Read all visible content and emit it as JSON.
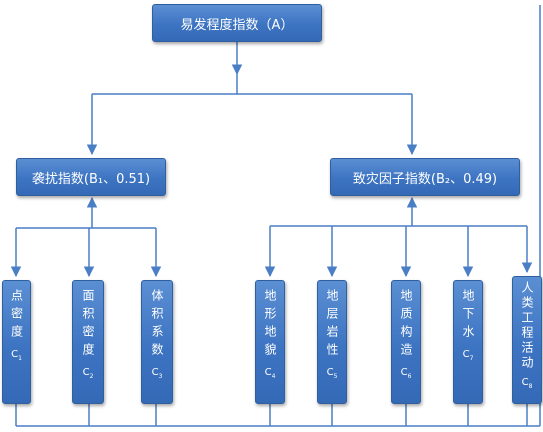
{
  "root": {
    "label": "易发程度指数（A）"
  },
  "level1": [
    {
      "label": "袭扰指数(B₁、0.51)"
    },
    {
      "label": "致灾因子指数(B₂、0.49)"
    }
  ],
  "leaves": [
    {
      "text": "点密度",
      "code": "C",
      "sub": "1"
    },
    {
      "text": "面积密度",
      "code": "C",
      "sub": "2"
    },
    {
      "text": "体积系数",
      "code": "C",
      "sub": "3"
    },
    {
      "text": "地形地貌",
      "code": "C",
      "sub": "4"
    },
    {
      "text": "地层岩性",
      "code": "C",
      "sub": "5"
    },
    {
      "text": "地质构造",
      "code": "C",
      "sub": "6"
    },
    {
      "text": "地下水",
      "code": "C",
      "sub": "7"
    },
    {
      "text": "人类工程活动",
      "code": "C",
      "sub": "8"
    }
  ],
  "colors": {
    "box": "#3d74c2",
    "line": "#4a7fc5"
  }
}
